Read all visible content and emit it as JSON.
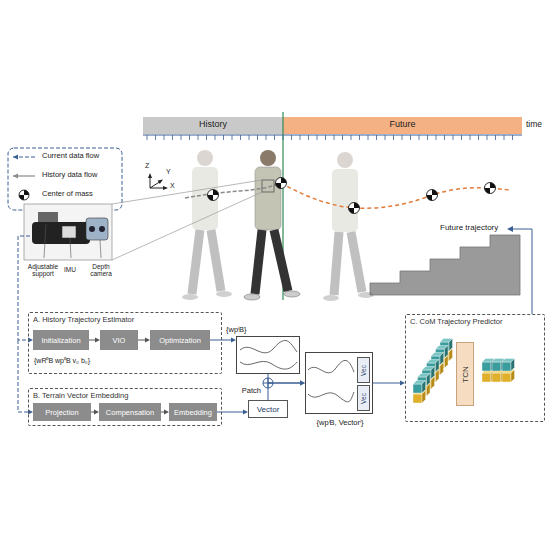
{
  "diagram": {
    "nodes": [
      {
        "text": [
          "A. History Trajectory Estimator",
          "{wR⁰B wp⁰B v₀ b₀}"
        ]
      },
      {
        "text": [
          "Initialization"
        ],
        "in": 0
      },
      {
        "text": [
          "VIO"
        ],
        "in": 0
      },
      {
        "text": [
          "Optimization"
        ],
        "in": 0
      },
      {
        "text": [
          "B. Terrain Vector Embedding"
        ]
      },
      {
        "text": [
          "Projection"
        ],
        "in": 4
      },
      {
        "text": [
          "Compensation"
        ],
        "in": 4
      },
      {
        "text": [
          "Embedding"
        ],
        "in": 4
      },
      {
        "text": [
          "Vector"
        ]
      },
      {
        "text": [
          "{wpⁱB}"
        ]
      },
      {
        "text": [
          "{wpⁱB, Vectorⁱ}",
          "Vec",
          "Vec"
        ]
      },
      {
        "text": [
          "C. CoM Trajectory Predictor"
        ]
      },
      {
        "text": [
          "TCN"
        ],
        "in": 11
      }
    ],
    "edges": [
      {
        "from": 1,
        "to": 2,
        "arrow": "to"
      },
      {
        "from": 2,
        "to": 3,
        "arrow": "to"
      },
      {
        "from": 5,
        "to": 6,
        "arrow": "to"
      },
      {
        "from": 6,
        "to": 7,
        "arrow": "to"
      },
      {
        "from": 3,
        "to": 9,
        "arrow": "to"
      },
      {
        "from": 7,
        "to": 8,
        "arrow": "to"
      },
      {
        "from": 9,
        "to": 10,
        "arrow": "to"
      },
      {
        "from": 8,
        "to": 10,
        "label": "Patch",
        "arrow": "to"
      },
      {
        "from": 10,
        "to": 11,
        "arrow": "to"
      }
    ],
    "labels": [
      "History",
      "Future",
      "time",
      "Z",
      "Y",
      "X",
      "Future trajectory",
      "Adjustable support",
      "IMU",
      "Depth camera"
    ],
    "legend": [
      {
        "text": "Current data flow"
      },
      {
        "text": "History data flow"
      },
      {
        "text": "Center of mass"
      }
    ]
  }
}
